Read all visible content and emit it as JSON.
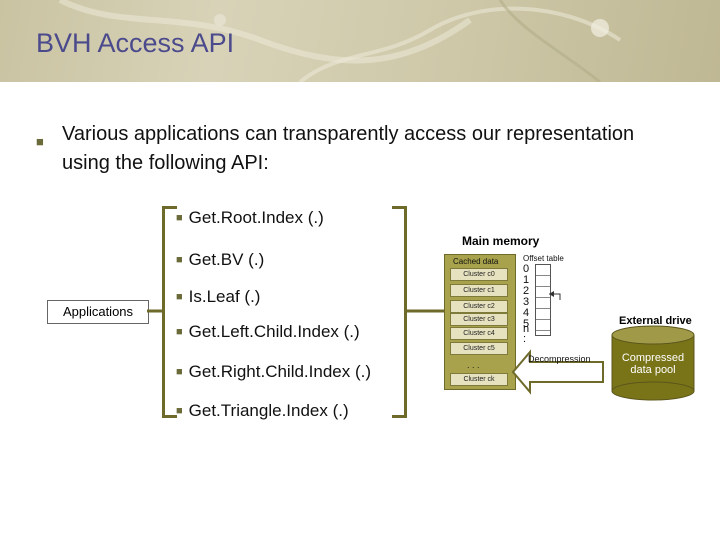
{
  "header": {
    "title": "BVH Access API"
  },
  "intro": {
    "text": "Various applications can transparently access our representation using the following API:"
  },
  "api": [
    "Get.Root.Index (.)",
    "Get.BV (.)",
    "Is.Leaf (.)",
    "Get.Left.Child.Index (.)",
    "Get.Right.Child.Index (.)",
    "Get.Triangle.Index (.)"
  ],
  "diagram": {
    "applications_label": "Applications",
    "main_memory_label": "Main memory",
    "cached_data_label": "Cached data",
    "clusters": [
      "Cluster c0",
      "Cluster c1",
      "Cluster c2",
      "Cluster c3",
      "Cluster c4",
      "Cluster c5",
      "Cluster ck"
    ],
    "ellipsis": ". . .",
    "offset_table_label": "Offset table",
    "offset_indices": [
      "0",
      "1",
      "2",
      "3",
      "4",
      "5",
      ":",
      "n"
    ],
    "decompression_label": "Decompression",
    "external_drive_label": "External drive",
    "pool_label": "Compressed data pool"
  },
  "colors": {
    "title": "#4b4a8c",
    "accent": "#6e6a2a",
    "panel": "#a7a24b",
    "cylinder": "#7a7418"
  }
}
